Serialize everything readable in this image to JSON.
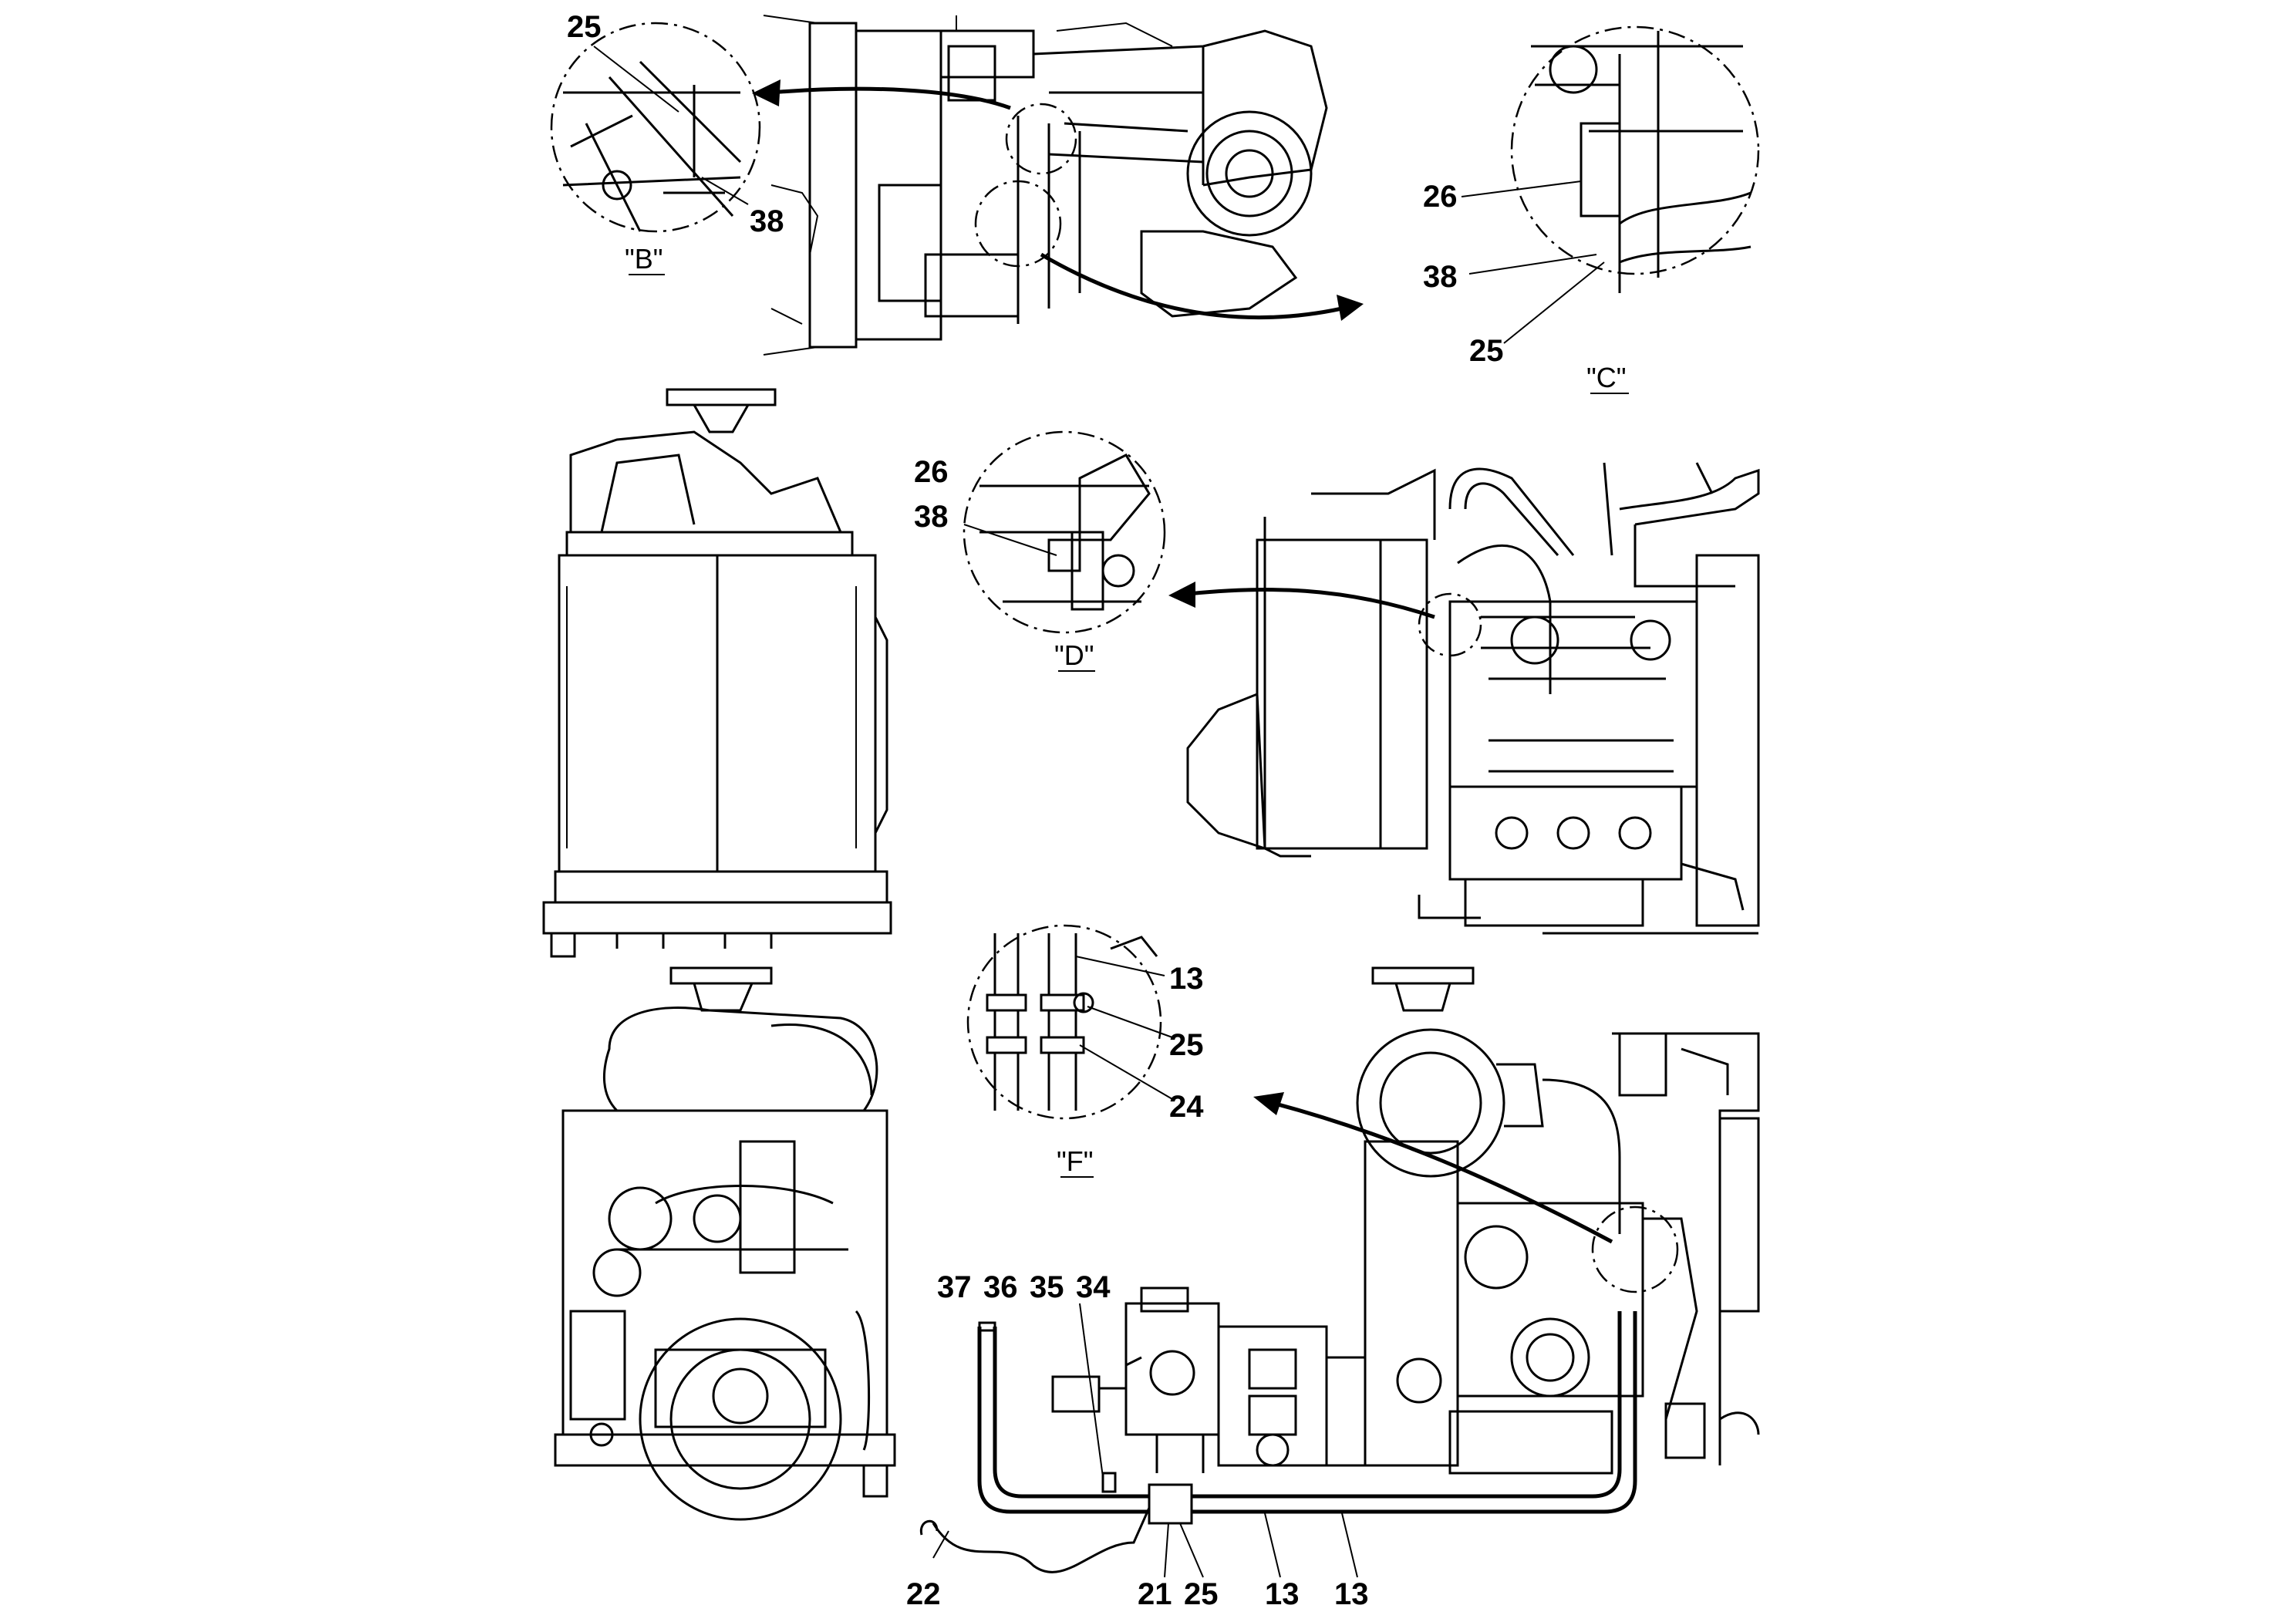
{
  "callouts": {
    "b_25": "25",
    "b_38": "38",
    "c_26": "26",
    "c_38": "38",
    "c_25": "25",
    "d_26": "26",
    "d_38": "38",
    "f_13": "13",
    "f_25": "25",
    "f_24": "24",
    "bot_37": "37",
    "bot_36": "36",
    "bot_35": "35",
    "bot_34": "34",
    "bot_22": "22",
    "bot_21": "21",
    "bot_25": "25",
    "bot_13a": "13",
    "bot_13b": "13"
  },
  "details": {
    "b": "\"B\"",
    "c": "\"C\"",
    "d": "\"D\"",
    "f": "\"F\""
  },
  "colors": {
    "ink": "#000000",
    "paper": "#ffffff"
  }
}
